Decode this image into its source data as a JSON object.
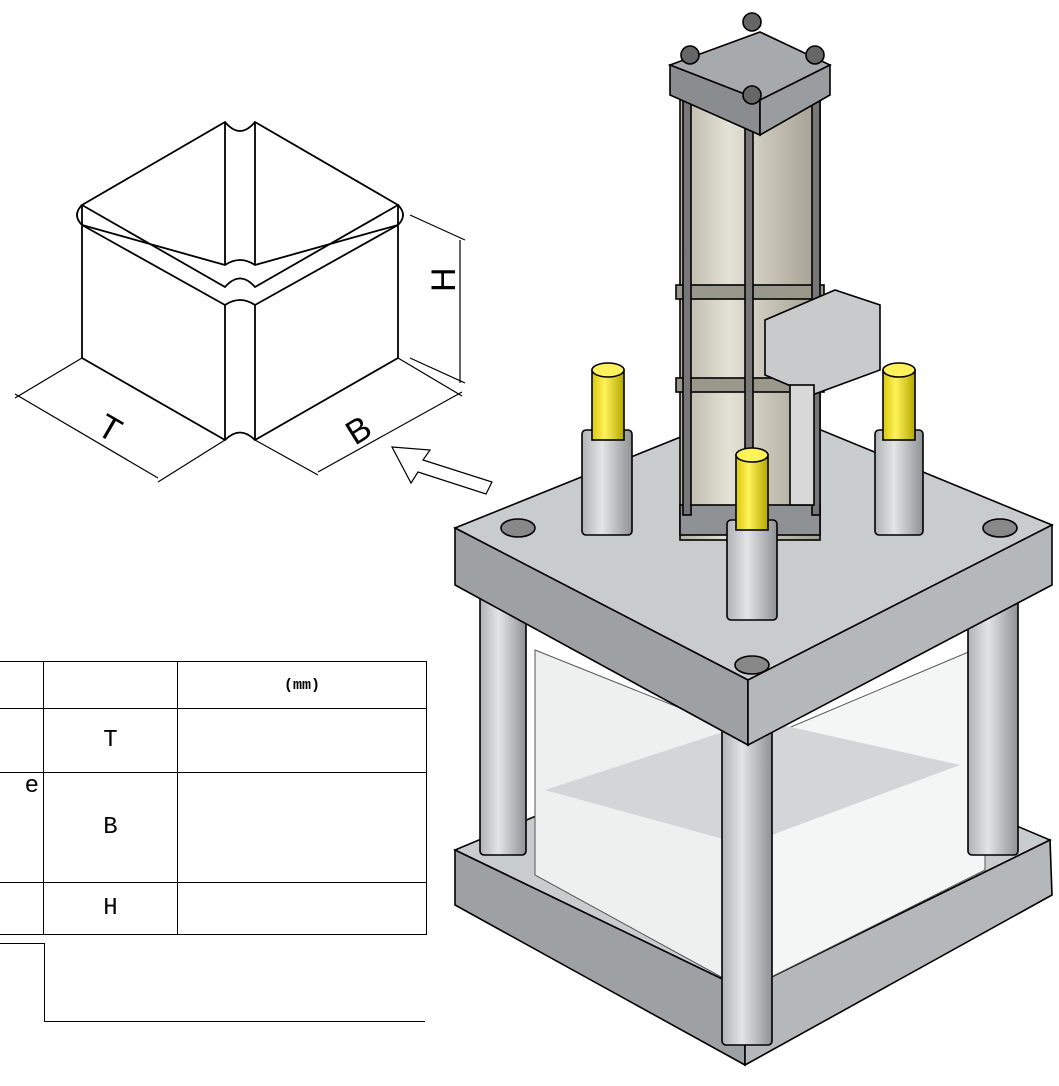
{
  "table": {
    "unit_header": "(mm)",
    "rows": [
      {
        "left_fragment": "",
        "dim": "T",
        "value": ""
      },
      {
        "left_fragment": "e",
        "dim": "B",
        "value": ""
      },
      {
        "left_fragment": "",
        "dim": "H",
        "value": ""
      }
    ]
  },
  "box_diagram": {
    "labels": {
      "depth": "T",
      "width": "B",
      "height": "H"
    }
  },
  "colors": {
    "frame_gray": "#a8abad",
    "cylinder_beige": "#cfcbbd",
    "guide_yellow": "#f2e41a",
    "outline": "#000000"
  }
}
